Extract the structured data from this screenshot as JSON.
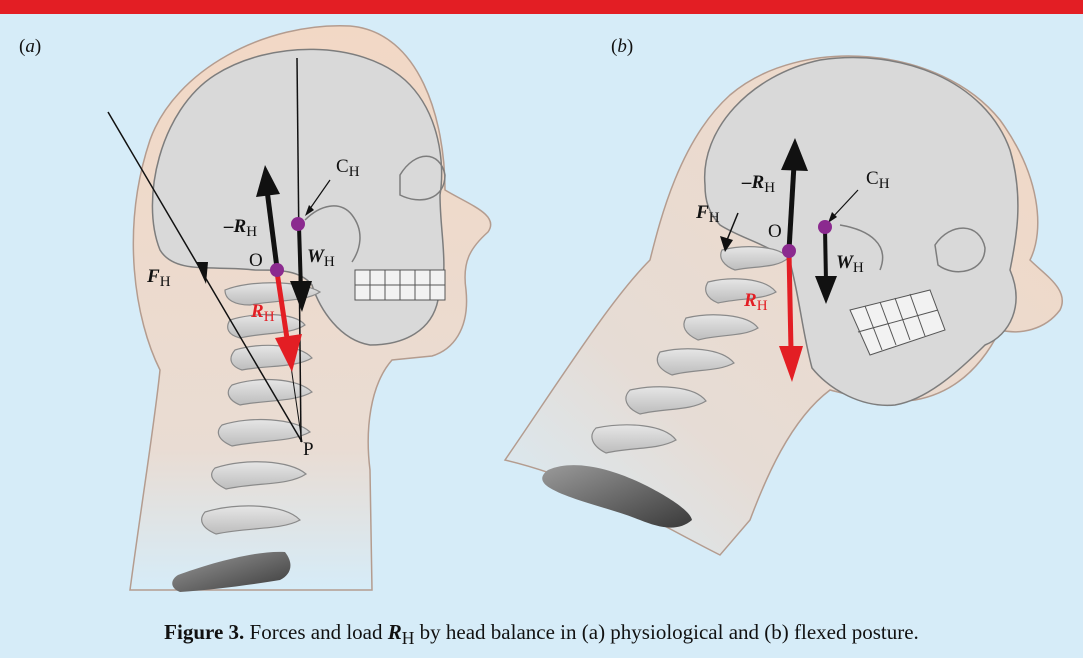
{
  "panels": [
    {
      "label": "(a)",
      "labels": {
        "minus_r": "–R",
        "sub_h": "H",
        "c": "C",
        "w": "W",
        "o": "O",
        "f": "F",
        "r": "R",
        "p": "P"
      }
    },
    {
      "label": "(b)",
      "labels": {
        "minus_r": "–R",
        "sub_h": "H",
        "c": "C",
        "w": "W",
        "o": "O",
        "f": "F",
        "r": "R"
      }
    }
  ],
  "caption": {
    "figure": "Figure 3.",
    "part1": "Forces and load",
    "symbol": "R",
    "symbol_sub": "H",
    "part2": "by head balance in (a) physiological and (b) flexed posture."
  },
  "colors": {
    "background": "#d6ecf8",
    "accent": "#e31e24",
    "point": "#8b2a8f",
    "skin": "#f2d7c4",
    "skull": "#d9d9d9"
  }
}
